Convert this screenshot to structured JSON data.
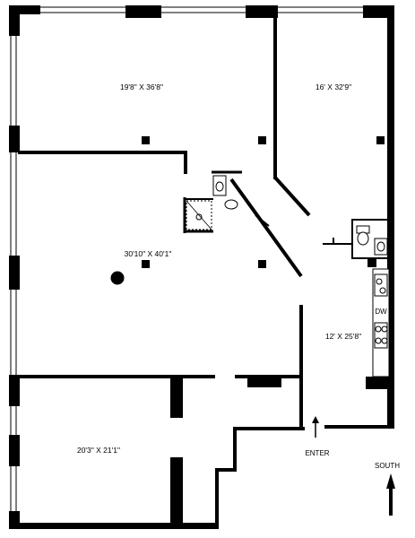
{
  "rooms": [
    {
      "label": "19'8\" X 36'8\""
    },
    {
      "label": "16' X 32'9\""
    },
    {
      "label": "30'10\" X 40'1\""
    },
    {
      "label": "12' X 25'8\""
    },
    {
      "label": "20'3\" X 21'1\""
    }
  ],
  "fixtures": {
    "dishwasher": "DW"
  },
  "entry": {
    "label": "ENTER"
  },
  "orientation": {
    "label": "SOUTH"
  },
  "colors": {
    "wall": "#000000",
    "window": "#000000",
    "background": "#ffffff"
  }
}
